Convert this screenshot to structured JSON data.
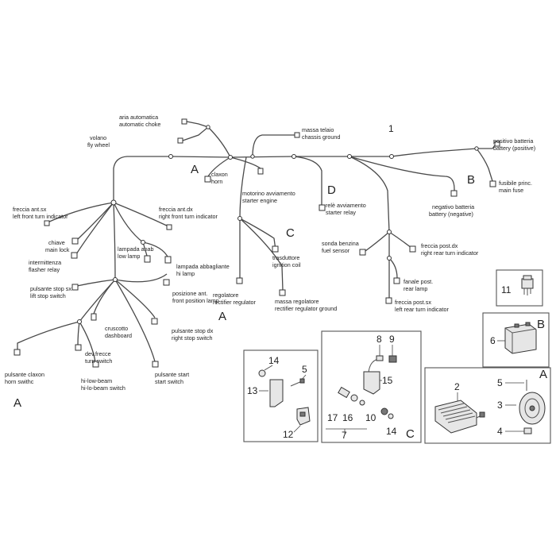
{
  "diagram": {
    "labels": {
      "aria_automatica": "aria automatica",
      "automatic_choke": "automatic choke",
      "volano": "volano",
      "fly_wheel": "fly wheel",
      "massa_telaio": "massa telaio",
      "chassis_ground": "chassis ground",
      "num_1": "1",
      "positivo_batteria": "positivo batteria",
      "battery_positive": "battery (positive)",
      "fusibile_princ": "fusibile princ.",
      "main_fuse": "main fuse",
      "claxon": "claxon",
      "horn": "horn",
      "letter_a_top": "A",
      "motorino_avviamento": "motorino avviamento",
      "starter_engine": "starter engine",
      "letter_d": "D",
      "rele_avviamento": "relè avviamento",
      "starter_relay": "starter relay",
      "letter_b_top": "B",
      "negativo_batteria": "negativo batteria",
      "battery_negative": "battery (negative)",
      "freccia_ant_sx": "freccia ant.sx",
      "left_front_turn_indicator": "left front turn indicator",
      "freccia_ant_dx": "freccia ant.dx",
      "right_front_turn_indicator": "right front turn indicator",
      "chiave": "chiave",
      "main_lock": "main lock",
      "intermittenza": "intermittenza",
      "flasher_relay": "flasher relay",
      "lampada_anab": "lampada anab",
      "low_lamp": "low lamp",
      "lampada_abbagliante": "lampada abbagliante",
      "hi_lamp": "hi lamp",
      "posizione_ant": "posizione ant.",
      "front_position_lamp": "front position lamp",
      "letter_c_top": "C",
      "trasduttore": "trasduttore",
      "ignition_coil": "ignition coil",
      "sonda_benzina": "sonda benzina",
      "fuel_sensor": "fuel sensor",
      "freccia_post_dx": "freccia post.dx",
      "right_rear_turn_indicator": "right rear turn indicator",
      "fanale_post": "fanale post.",
      "rear_lamp": "rear lamp",
      "freccia_post_sx": "freccia post.sx",
      "left_rear_turn_indicator": "left rear turn indicator",
      "pulsante_stop_sx": "pulsante stop sx",
      "lift_stop_switch": "lift stop switch",
      "cruscotto": "cruscotto",
      "dashboard": "dashboard",
      "pulsante_stop_dx": "pulsante stop dx",
      "right_stop_switch": "right stop switch",
      "regolatore": "regolatore",
      "rectifier_regulator": "rectifier regulator",
      "massa_regolatore": "massa regolatore",
      "rectifier_regulator_ground": "rectifier regulator ground",
      "letter_a_mid": "A",
      "dev_frecce": "dev.frecce",
      "turn_switch": "turn switch",
      "hi_low_beam_it": "hi-low-beam",
      "hi_low_beam_en": "hi-lo-beam switch",
      "pulsante_claxon": "pulsante claxon",
      "horn_swithc": "horn swithc",
      "pulsante_start": "pulsante start",
      "start_switch": "start switch",
      "letter_a_bottom": "A"
    },
    "insets": {
      "b_letter": "B",
      "b_num": "6",
      "box11_num": "11",
      "a_letter": "A",
      "a_nums": [
        "2",
        "5",
        "3",
        "4"
      ],
      "left_nums": [
        "14",
        "5",
        "13",
        "12"
      ],
      "c_letter": "C",
      "c_nums": [
        "8",
        "9",
        "15",
        "17",
        "16",
        "10",
        "14",
        "7"
      ]
    }
  }
}
